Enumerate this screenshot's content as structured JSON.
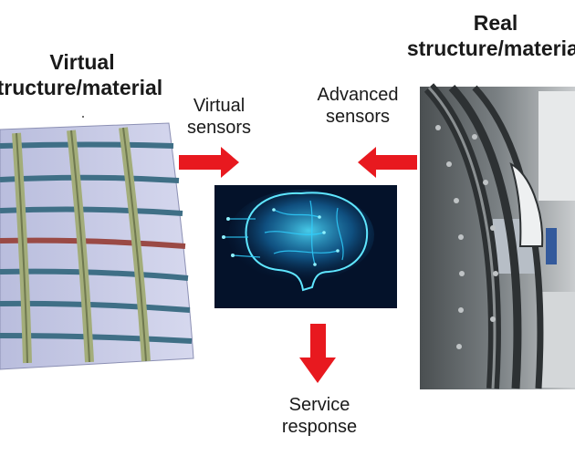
{
  "virtual_title": {
    "line1": "Virtual",
    "line2": "structure/material"
  },
  "real_title": {
    "line1": "Real",
    "line2": "structure/material"
  },
  "virtual_sensors": {
    "line1": "Virtual",
    "line2": "sensors"
  },
  "advanced_sensors": {
    "line1": "Advanced",
    "line2": "sensors"
  },
  "service_response": {
    "line1": "Service",
    "line2": "response"
  },
  "colors": {
    "arrow": "#e8191f",
    "panel": "#c8cbe6",
    "frame": "#a3ad7a",
    "stringer": "#3f6f86",
    "stringer_highlight": "#9a4a45",
    "brain_bg": "#04122a",
    "brain_glow": "#1ec8ff",
    "photo_bg": "#6d7274"
  }
}
